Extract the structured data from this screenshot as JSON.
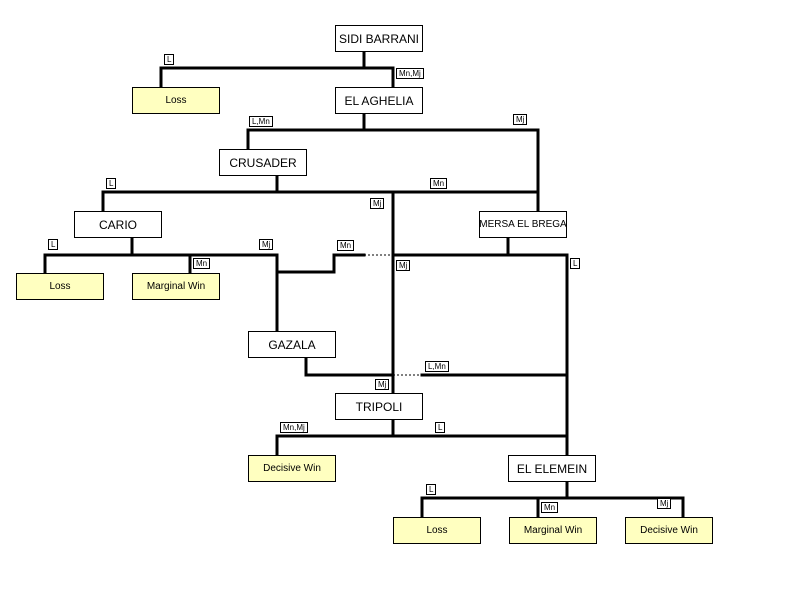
{
  "nodes": {
    "sidi_barrani": "SIDI BARRANI",
    "el_aghelia": "EL AGHELIA",
    "crusader": "CRUSADER",
    "cario": "CARIO",
    "mersa_el_brega": "MERSA EL BREGA",
    "gazala": "GAZALA",
    "tripoli": "TRIPOLI",
    "el_elemein": "EL ELEMEIN"
  },
  "outcomes": {
    "sidi_loss": "Loss",
    "cario_loss": "Loss",
    "cario_marginal": "Marginal Win",
    "tripoli_decisive": "Decisive Win",
    "elemein_loss": "Loss",
    "elemein_marginal": "Marginal Win",
    "elemein_decisive": "Decisive Win"
  },
  "edge_labels": {
    "sidi_to_loss": "L",
    "sidi_to_aghelia": "Mn,Mj",
    "aghelia_to_crusader": "L,Mn",
    "aghelia_to_mersa": "Mj",
    "crusader_to_cario": "L",
    "crusader_to_mersa": "Mn",
    "crusader_to_tripoli": "Mj",
    "cario_to_loss": "L",
    "cario_to_marginal": "Mn",
    "cario_to_gazala": "Mj",
    "cario_to_tripoli_mn": "Mn",
    "mersa_to_tripoli": "Mj",
    "mersa_to_elemein": "L",
    "gazala_to_elemein": "L,Mn",
    "gazala_to_tripoli": "Mj",
    "tripoli_to_decisive": "Mn,Mj",
    "tripoli_to_elemein": "L",
    "elemein_to_loss": "L",
    "elemein_to_marginal": "Mn",
    "elemein_to_decisive": "Mj"
  },
  "colors": {
    "outcome_fill": "#ffffc0",
    "node_fill": "#ffffff",
    "line": "#000000"
  }
}
